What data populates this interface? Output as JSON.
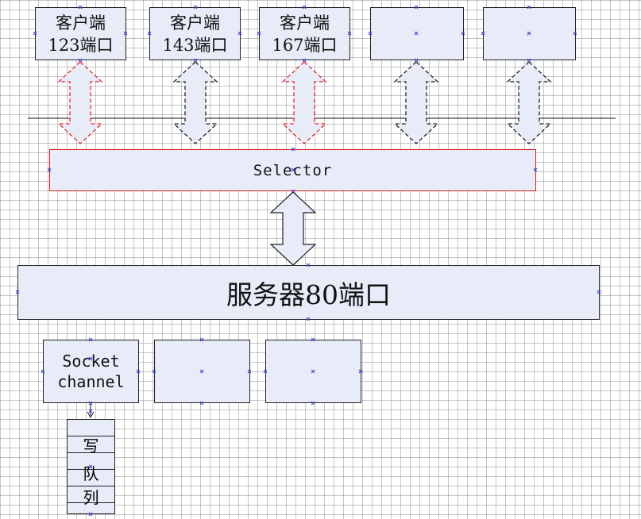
{
  "diagram": {
    "clients": [
      {
        "line1": "客户端",
        "line2": "123端口",
        "arrow_color": "#e8262b"
      },
      {
        "line1": "客户端",
        "line2": "143端口",
        "arrow_color": "#222222"
      },
      {
        "line1": "客户端",
        "line2": "167端口",
        "arrow_color": "#e8262b"
      },
      {
        "line1": "",
        "line2": "",
        "arrow_color": "#222222"
      },
      {
        "line1": "",
        "line2": "",
        "arrow_color": "#222222"
      }
    ],
    "selector_label": "Selector",
    "selector_border_color": "#d42020",
    "server_label": "服务器80端口",
    "channels": [
      {
        "line1": "Socket",
        "line2": "channel"
      },
      {
        "line1": "",
        "line2": ""
      },
      {
        "line1": "",
        "line2": ""
      }
    ],
    "write_queue": [
      "写",
      "队",
      "列"
    ],
    "box_fill": "#e8ecf8",
    "marker_color": "#3a3ad8"
  }
}
